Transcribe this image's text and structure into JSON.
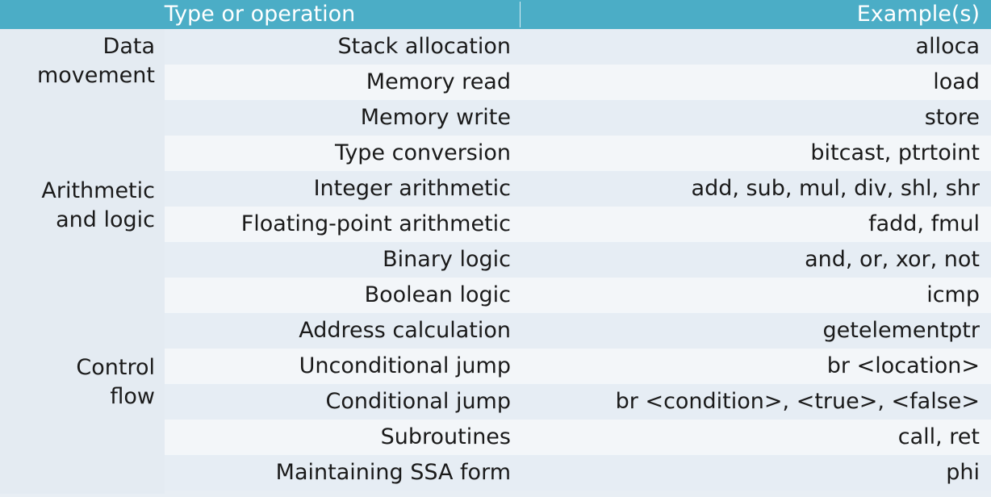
{
  "header": {
    "type_or_operation": "Type or operation",
    "examples": "Example(s)"
  },
  "groups": [
    {
      "line1": "Data",
      "line2": "movement"
    },
    {
      "line1": "Arithmetic",
      "line2": "and logic"
    },
    {
      "line1": "Control",
      "line2": "flow"
    }
  ],
  "rows": [
    {
      "operation": "Stack allocation",
      "example": "alloca"
    },
    {
      "operation": "Memory read",
      "example": "load"
    },
    {
      "operation": "Memory write",
      "example": "store"
    },
    {
      "operation": "Type conversion",
      "example": "bitcast, ptrtoint"
    },
    {
      "operation": "Integer arithmetic",
      "example": "add, sub, mul, div, shl, shr"
    },
    {
      "operation": "Floating-point arithmetic",
      "example": "fadd, fmul"
    },
    {
      "operation": "Binary logic",
      "example": "and, or, xor, not"
    },
    {
      "operation": "Boolean logic",
      "example": "icmp"
    },
    {
      "operation": "Address calculation",
      "example": "getelementptr"
    },
    {
      "operation": "Unconditional jump",
      "example": "br <location>"
    },
    {
      "operation": "Conditional jump",
      "example": "br <condition>, <true>, <false>"
    },
    {
      "operation": "Subroutines",
      "example": "call, ret"
    },
    {
      "operation": "Maintaining SSA form",
      "example": "phi"
    }
  ],
  "colors": {
    "header_bg": "#4badc6",
    "row_odd": "#e6edf4",
    "row_even": "#f3f6f9"
  }
}
